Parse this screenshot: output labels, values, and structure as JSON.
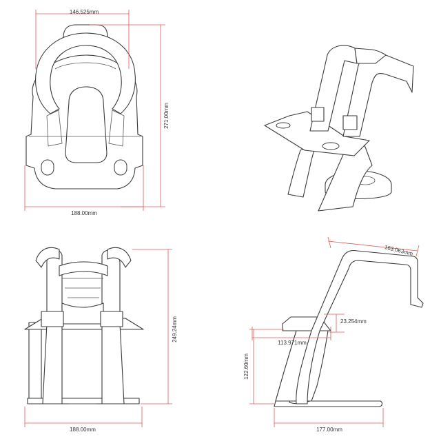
{
  "colors": {
    "outline": "#3a3a3a",
    "dimension": "#e15757",
    "text": "#333333",
    "background": "#ffffff"
  },
  "top_view": {
    "width_top": "146.525mm",
    "height": "271.00mm",
    "width_bottom": "188.00mm"
  },
  "front_view": {
    "height": "249.24mm",
    "width": "188.00mm"
  },
  "side_view": {
    "diagonal": "163.063mm",
    "tray_height": "23.254mm",
    "tray_width": "113.971mm",
    "base_height": "122.60mm",
    "base_width": "177.00mm"
  }
}
